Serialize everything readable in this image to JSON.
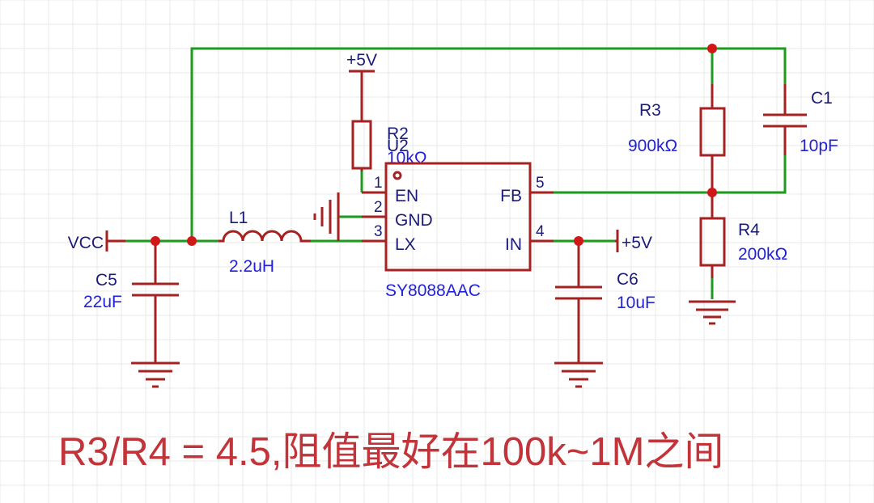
{
  "colors": {
    "wire": "#1f9a1f",
    "component": "#a52222",
    "junction": "#d01818",
    "designator": "#1b1b7a",
    "value": "#2222d8",
    "caption": "#c0343a",
    "grid": "#e9e9e9"
  },
  "net_labels": {
    "vcc": "VCC",
    "plus5v_top": "+5V",
    "plus5v_right": "+5V"
  },
  "components": {
    "r2": {
      "ref": "R2",
      "value": "10kΩ"
    },
    "r3": {
      "ref": "R3",
      "value": "900kΩ"
    },
    "r4": {
      "ref": "R4",
      "value": "200kΩ"
    },
    "c1": {
      "ref": "C1",
      "value": "10pF"
    },
    "c5": {
      "ref": "C5",
      "value": "22uF"
    },
    "c6": {
      "ref": "C6",
      "value": "10uF"
    },
    "l1": {
      "ref": "L1",
      "value": "2.2uH"
    },
    "u2": {
      "ref": "U2",
      "part": "SY8088AAC",
      "pins": [
        {
          "num": "1",
          "name": "EN"
        },
        {
          "num": "2",
          "name": "GND"
        },
        {
          "num": "3",
          "name": "LX"
        },
        {
          "num": "4",
          "name": "IN"
        },
        {
          "num": "5",
          "name": "FB"
        }
      ]
    }
  },
  "caption": "R3/R4 = 4.5,阻值最好在100k~1M之间"
}
